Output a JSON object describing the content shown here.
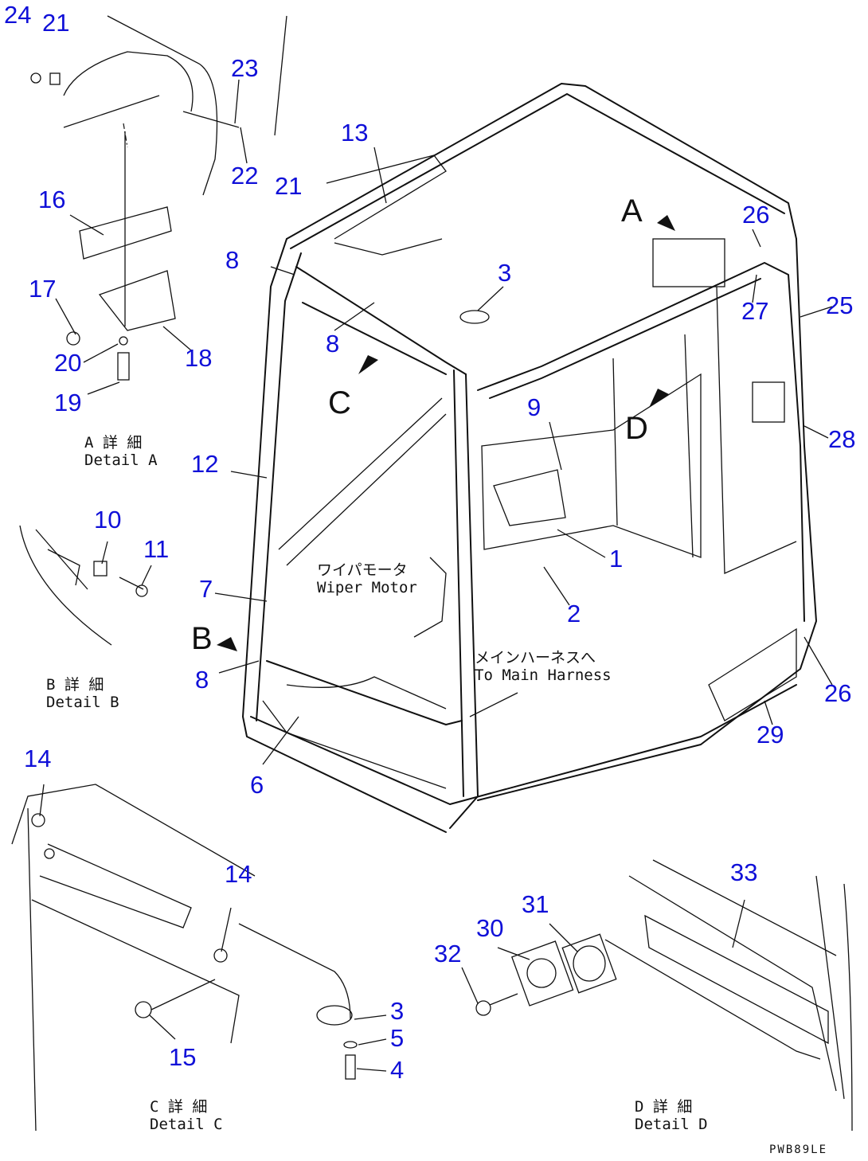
{
  "part_numbers": {
    "n24": "24",
    "n21a": "21",
    "n23": "23",
    "n22": "22",
    "n21b": "21",
    "n16": "16",
    "n17": "17",
    "n20": "20",
    "n18": "18",
    "n19": "19",
    "n13": "13",
    "n8a": "8",
    "n8b": "8",
    "n3a": "3",
    "n26a": "26",
    "n27": "27",
    "n25": "25",
    "n9": "9",
    "n28": "28",
    "n12": "12",
    "n10": "10",
    "n11": "11",
    "n1": "1",
    "n7": "7",
    "n2": "2",
    "n8c": "8",
    "n26b": "26",
    "n29": "29",
    "n6": "6",
    "n14a": "14",
    "n14b": "14",
    "n33": "33",
    "n31": "31",
    "n30": "30",
    "n32": "32",
    "n3b": "3",
    "n5": "5",
    "n4": "4",
    "n15": "15"
  },
  "view_letters": {
    "a": "A",
    "b": "B",
    "c": "C",
    "d": "D"
  },
  "captions": {
    "detail_a": "A 詳 細\nDetail A",
    "detail_b": "B 詳 細\nDetail B",
    "detail_c": "C 詳 細\nDetail C",
    "detail_d": "D 詳 細\nDetail D",
    "wiper_motor": "ワイパモータ\nWiper Motor",
    "main_harness": "メインハーネスへ\nTo Main Harness"
  },
  "drawing_code": "PWB89LE",
  "colors": {
    "part_number": "#1010d8",
    "line": "#111111",
    "background": "#ffffff"
  }
}
